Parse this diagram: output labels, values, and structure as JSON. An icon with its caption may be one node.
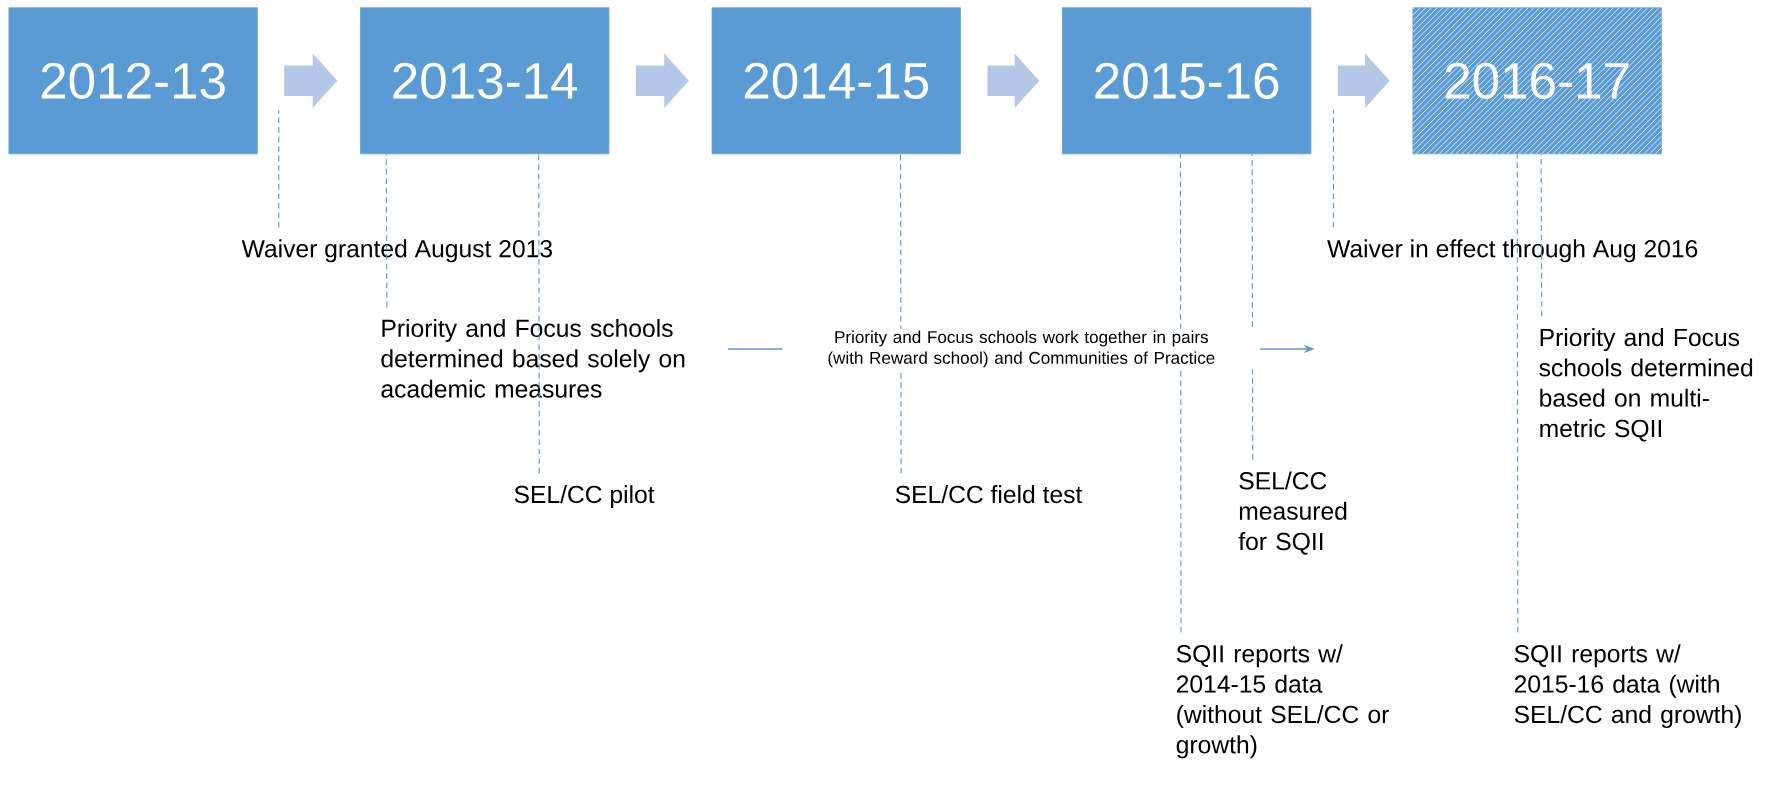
{
  "diagram": {
    "nodes": [
      {
        "text": [
          "2012-13"
        ]
      },
      {
        "text": [
          "2013-14"
        ]
      },
      {
        "text": [
          "2014-15"
        ]
      },
      {
        "text": [
          "2015-16"
        ]
      },
      {
        "text": [
          "2016-17"
        ]
      },
      {
        "text": [
          "Waiver granted August 2013"
        ]
      },
      {
        "text": [
          "Priority and Focus schools determined based solely on academic measures"
        ]
      },
      {
        "text": [
          "SEL/CC pilot"
        ]
      },
      {
        "text": [
          "SEL/CC field test"
        ]
      },
      {
        "text": [
          "SEL/CC measured for SQII"
        ]
      },
      {
        "text": [
          "SQII reports w/ 2014-15 data (without SEL/CC or growth)"
        ]
      },
      {
        "text": [
          "Waiver in effect through Aug 2016"
        ]
      },
      {
        "text": [
          "Priority and Focus schools determined based on multi-metric SQII"
        ]
      },
      {
        "text": [
          "SQII reports w/ 2015-16 data (with SEL/CC and growth)"
        ]
      }
    ],
    "edges": [
      {
        "from": 0,
        "to": 1,
        "arrow": "to",
        "style": "thick",
        "color": "#b4c7e7"
      },
      {
        "from": 1,
        "to": 2,
        "arrow": "to",
        "style": "thick",
        "color": "#b4c7e7"
      },
      {
        "from": 2,
        "to": 3,
        "arrow": "to",
        "style": "thick",
        "color": "#b4c7e7"
      },
      {
        "from": 3,
        "to": 4,
        "arrow": "to",
        "style": "thick",
        "color": "#b4c7e7"
      },
      {
        "from": 5,
        "to": null,
        "arrow": "none",
        "style": "dashed"
      },
      {
        "from": 6,
        "to": 1,
        "arrow": "none",
        "style": "dashed"
      },
      {
        "from": 7,
        "to": 1,
        "arrow": "none",
        "style": "dashed"
      },
      {
        "from": 8,
        "to": 2,
        "arrow": "none",
        "style": "dashed"
      },
      {
        "from": 10,
        "to": 3,
        "arrow": "none",
        "style": "dashed"
      },
      {
        "from": 9,
        "to": 3,
        "arrow": "none",
        "style": "dashed"
      },
      {
        "from": 11,
        "to": null,
        "arrow": "none",
        "style": "dashed"
      },
      {
        "from": 13,
        "to": 4,
        "arrow": "none",
        "style": "dashed"
      },
      {
        "from": 12,
        "to": 4,
        "arrow": "none",
        "style": "dashed"
      },
      {
        "from": 6,
        "to": null,
        "arrow": "to",
        "label": "Priority and Focus schools work together in pairs (with Reward school) and Communities of Practice"
      }
    ]
  }
}
